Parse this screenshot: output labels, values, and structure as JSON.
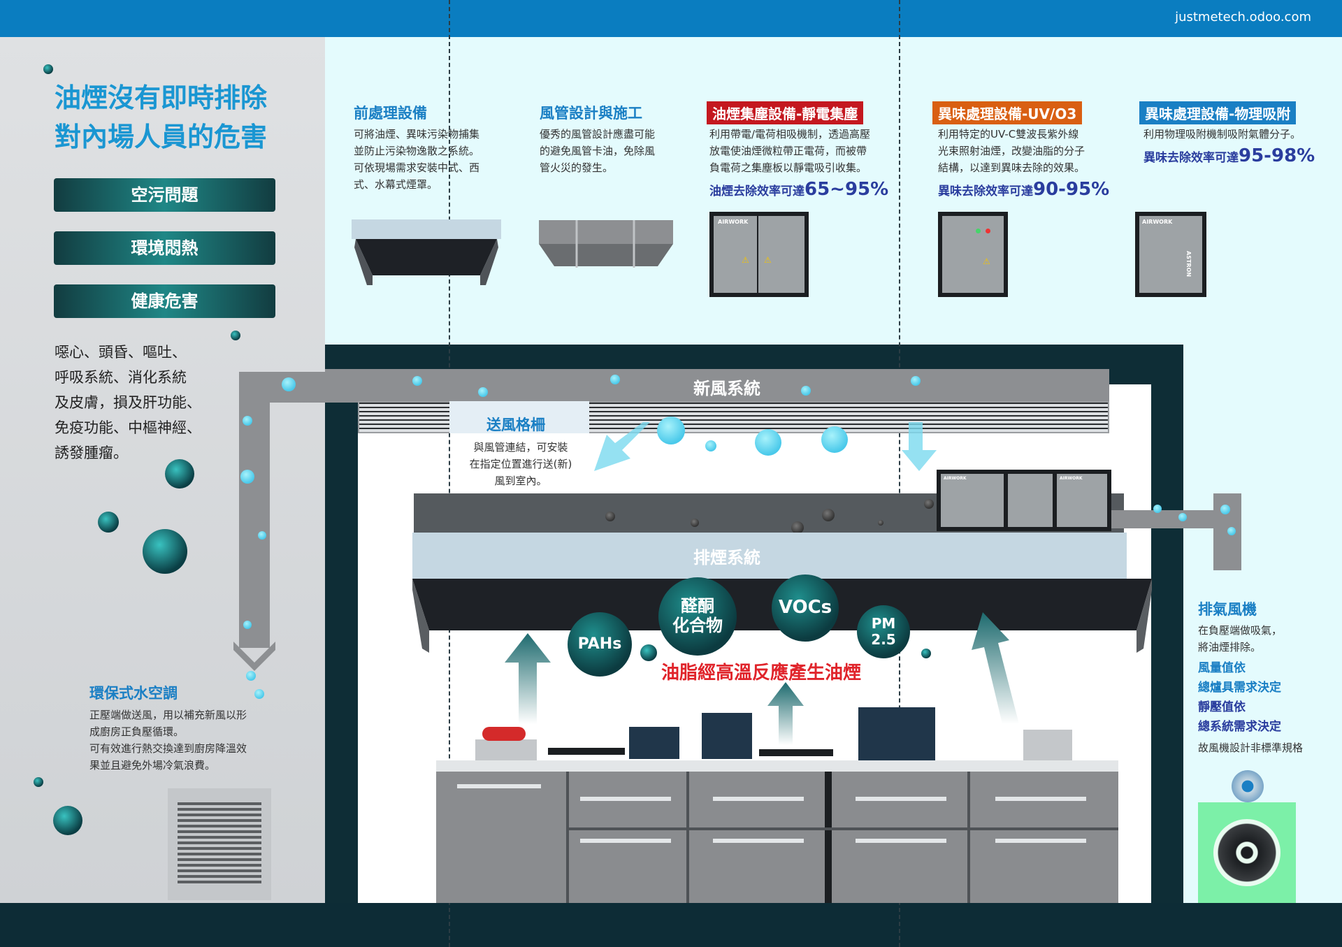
{
  "site_url": "justmetech.odoo.com",
  "left": {
    "title_lines": [
      "油煙沒有即時排除",
      "對內場人員的危害"
    ],
    "issues": [
      "空污問題",
      "環境悶熱",
      "健康危害"
    ],
    "symptoms": [
      "噁心、頭昏、嘔吐、",
      "呼吸系統、消化系統",
      "及皮膚，損及肝功能、",
      "免疫功能、中樞神經、",
      "誘發腫瘤。"
    ],
    "ac_title": "環保式水空調",
    "ac_desc": [
      "正壓端做送風，用以補充新風以形",
      "成廚房正負壓循環。",
      "可有效進行熱交換達到廚房降溫效",
      "果並且避免外場冷氣浪費。"
    ]
  },
  "sections": {
    "pre": {
      "title": "前處理設備",
      "desc": [
        "可將油煙、異味污染物捕集",
        "並防止污染物逸散之系統。",
        "可依現場需求安裝中式、西",
        "式、水幕式煙罩。"
      ]
    },
    "duct": {
      "title": "風管設計與施工",
      "desc": [
        "優秀的風管設計應盡可能",
        "的避免風管卡油，免除風",
        "管火災的發生。"
      ]
    },
    "esp": {
      "title": "油煙集塵設備-靜電集塵",
      "desc": [
        "利用帶電/電荷相吸機制，透過高壓",
        "放電使油煙微粒帶正電荷，而被帶",
        "負電荷之集塵板以靜電吸引收集。"
      ],
      "eff_label": "油煙去除效率可達",
      "eff_value": "65~95%",
      "color": "#c4181f"
    },
    "uv": {
      "title": "異味處理設備-UV/O3",
      "desc": [
        "利用特定的UV-C雙波長紫外線",
        "光束照射油煙，改變油脂的分子",
        "結構，以達到異味去除的效果。"
      ],
      "eff_label": "異味去除效率可達",
      "eff_value": "90-95%",
      "color": "#d95f12"
    },
    "ads": {
      "title": "異味處理設備-物理吸附",
      "desc": [
        "利用物理吸附機制吸附氣體分子。"
      ],
      "eff_label": "異味去除效率可達",
      "eff_value": "95-98%",
      "color": "#1a7fc4"
    }
  },
  "unit_labels": {
    "airwork": "AIRWORK",
    "astron": "ASTRON"
  },
  "kitchen": {
    "fresh_air": "新風系統",
    "grille_title": "送風格柵",
    "grille_desc": [
      "與風管連結，可安裝",
      "在指定位置進行送(新)",
      "風到室內。"
    ],
    "exhaust": "排煙系統",
    "pollutants": {
      "aldehyde": [
        "醛酮",
        "化合物"
      ],
      "vocs": "VOCs",
      "pahs": "PAHs",
      "pm": [
        "PM",
        "2.5"
      ]
    },
    "caption": "油脂經高溫反應產生油煙"
  },
  "right": {
    "title": "排氣風機",
    "desc": [
      "在負壓端做吸氣，",
      "將油煙排除。"
    ],
    "items": [
      "風量值依",
      "總爐具需求決定",
      "靜壓值依",
      "總系統需求決定"
    ],
    "note": "故風機設計非標準規格"
  },
  "colors": {
    "accent": "#1a96d2",
    "dark": "#0e2d36",
    "caption": "#e0242b",
    "efficiency": "#2a3d9e"
  }
}
